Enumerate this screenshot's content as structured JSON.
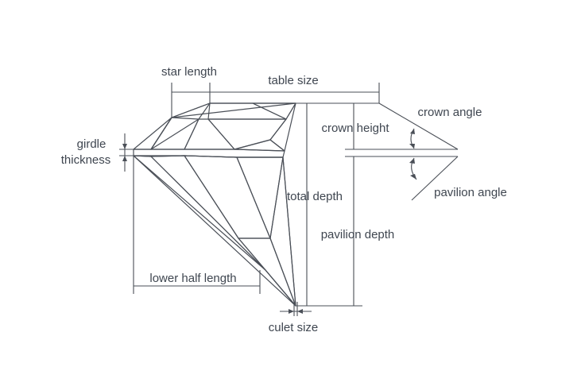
{
  "labels": {
    "star_length": "star length",
    "table_size": "table size",
    "crown_angle": "crown angle",
    "crown_height": "crown height",
    "girdle_line1": "girdle",
    "girdle_line2": "thickness",
    "total_depth": "total depth",
    "pavilion_angle": "pavilion angle",
    "pavilion_depth": "pavilion depth",
    "lower_half_length": "lower half length",
    "culet_size": "culet size"
  },
  "colors": {
    "outline": "#4a4f57",
    "text": "#3f4650",
    "facet_blue": "#5b63a8",
    "facet_light": "#f2f2f5",
    "facet_grey": "#c9cad0"
  }
}
